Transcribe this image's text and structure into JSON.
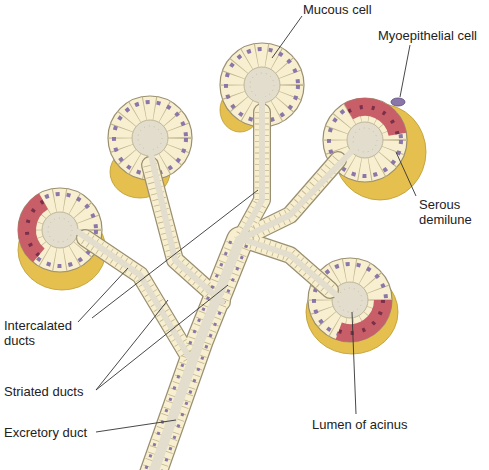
{
  "diagram": {
    "labels": [
      "Mucous cell",
      "Myoepithelial cell",
      "Serous demilune",
      "Intercalated ducts",
      "Striated ducts",
      "Excretory duct",
      "Lumen of acinus"
    ]
  }
}
